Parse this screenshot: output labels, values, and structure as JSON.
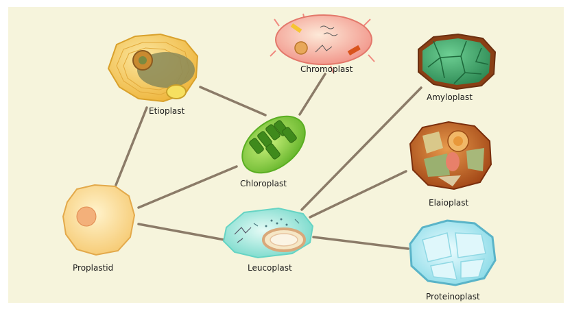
{
  "colors": {
    "background": "#f6f4dc",
    "connector": "#8b7b68",
    "etioplast": "#f2c04a",
    "chromoplast": "#f3a39a",
    "amyloplast": "#4aa86e",
    "chloroplast": "#7ec83a",
    "elaioplast": "#b8541c",
    "proplastid": "#f7d58a",
    "leucoplast": "#8fe3d6",
    "proteinoplast": "#a6e8f0"
  },
  "nodes": {
    "etioplast": {
      "label": "Etioplast"
    },
    "chromoplast": {
      "label": "Chromoplast"
    },
    "amyloplast": {
      "label": "Amyloplast"
    },
    "chloroplast": {
      "label": "Chloroplast"
    },
    "elaioplast": {
      "label": "Elaioplast"
    },
    "proplastid": {
      "label": "Proplastid"
    },
    "leucoplast": {
      "label": "Leucoplast"
    },
    "proteinoplast": {
      "label": "Proteinoplast"
    }
  },
  "edges": [
    {
      "from": "Proplastid",
      "to": "Etioplast"
    },
    {
      "from": "Proplastid",
      "to": "Chloroplast"
    },
    {
      "from": "Proplastid",
      "to": "Leucoplast"
    },
    {
      "from": "Etioplast",
      "to": "Chloroplast"
    },
    {
      "from": "Chloroplast",
      "to": "Chromoplast"
    },
    {
      "from": "Leucoplast",
      "to": "Amyloplast"
    },
    {
      "from": "Leucoplast",
      "to": "Elaioplast"
    },
    {
      "from": "Leucoplast",
      "to": "Proteinoplast"
    }
  ]
}
